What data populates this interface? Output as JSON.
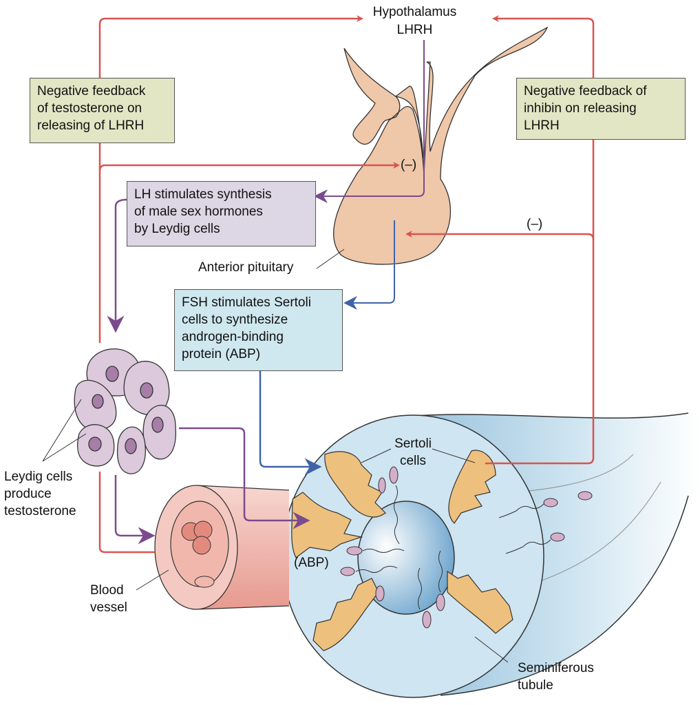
{
  "labels": {
    "hypothalamus": "Hypothalamus",
    "lhrh": "LHRH",
    "minus_top": "(–)",
    "minus_right": "(–)",
    "anterior_pituitary": "Anterior pituitary",
    "leydig_cells": [
      "Leydig cells",
      "produce",
      "testosterone"
    ],
    "blood_vessel": [
      "Blood",
      "vessel"
    ],
    "sertoli_cells": [
      "Sertoli",
      "cells"
    ],
    "abp": "(ABP)",
    "seminiferous_tubule": [
      "Seminiferous",
      "tubule"
    ]
  },
  "boxes": {
    "testosterone_feedback": [
      "Negative feedback",
      "of testosterone on",
      "releasing of LHRH"
    ],
    "inhibin_feedback": [
      "Negative feedback of",
      "inhibin on releasing",
      "LHRH"
    ],
    "lh": [
      "LH stimulates synthesis",
      "of male sex hormones",
      "by Leydig cells"
    ],
    "fsh": [
      "FSH stimulates Sertoli",
      "cells to synthesize",
      "androgen-binding",
      "protein (ABP)"
    ]
  },
  "colors": {
    "negative_feedback_arrow": "#d9534f",
    "lh_arrow": "#7b4a8c",
    "fsh_arrow": "#3f63a8",
    "feedback_box": "#e3e6c4",
    "lh_box": "#ddd6e4",
    "fsh_box": "#cfe7ef",
    "pituitary": "#efc7a9",
    "sertoli": "#edc07e",
    "tubule": "#cfe5f1"
  }
}
